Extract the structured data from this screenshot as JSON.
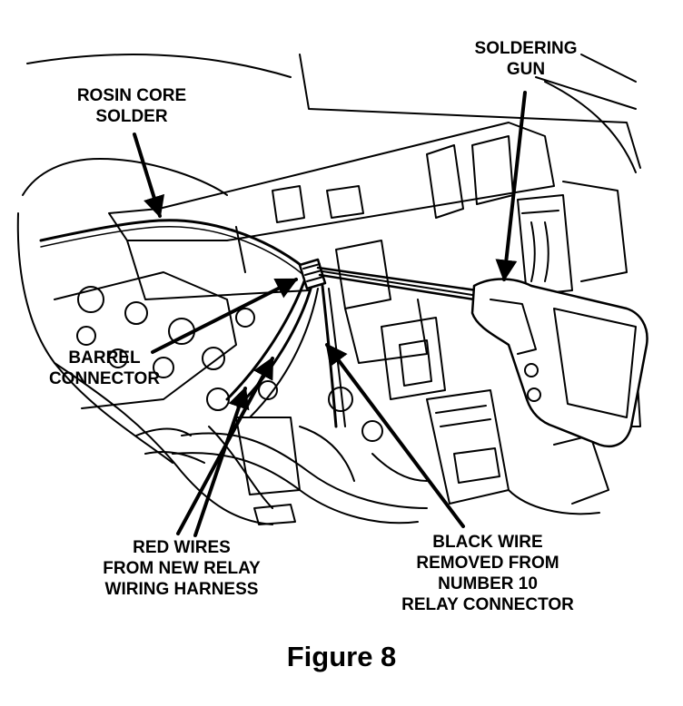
{
  "labels": {
    "rosin_core_solder": [
      "ROSIN CORE",
      "SOLDER"
    ],
    "soldering_gun": [
      "SOLDERING",
      "GUN"
    ],
    "barrel_connector": [
      "BARREL",
      "CONNECTOR"
    ],
    "red_wires": [
      "RED WIRES",
      "FROM NEW RELAY",
      "WIRING HARNESS"
    ],
    "black_wire": [
      "BLACK WIRE",
      "REMOVED FROM",
      "NUMBER 10",
      "RELAY CONNECTOR"
    ]
  },
  "caption": "Figure 8",
  "colors": {
    "ink": "#000000",
    "paper": "#ffffff"
  }
}
